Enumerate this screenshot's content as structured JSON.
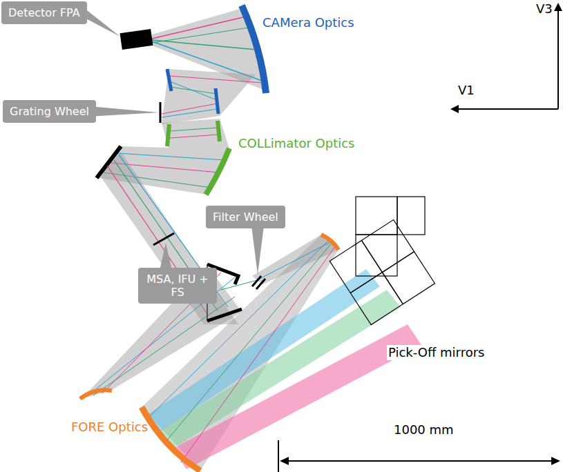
{
  "diagram": {
    "nodes": [
      {
        "text": [
          "Detector FPA"
        ]
      },
      {
        "text": [
          "Grating Wheel"
        ]
      },
      {
        "text": [
          "Filter Wheel"
        ]
      },
      {
        "text": [
          "MSA, IFU + FS"
        ]
      }
    ],
    "labels": [
      "CAMera Optics",
      "V3",
      "V1",
      "COLLimator Optics",
      "Pick-Off mirrors",
      "FORE Optics",
      "1000 mm"
    ]
  }
}
